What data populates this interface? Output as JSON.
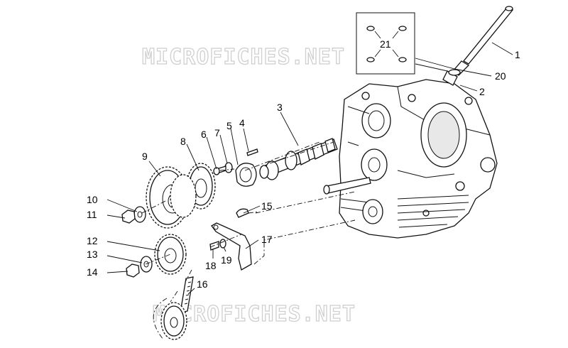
{
  "watermarks": [
    "MICROFICHES.NET",
    "MICROFICHES.NET"
  ],
  "callouts": {
    "c1": "1",
    "c2": "2",
    "c3": "3",
    "c4": "4",
    "c5": "5",
    "c6": "6",
    "c7": "7",
    "c8": "8",
    "c9": "9",
    "c10": "10",
    "c11": "11",
    "c12": "12",
    "c13": "13",
    "c14": "14",
    "c15": "15",
    "c16": "16",
    "c17": "17",
    "c18": "18",
    "c19": "19",
    "c20": "20",
    "c21": "21"
  }
}
